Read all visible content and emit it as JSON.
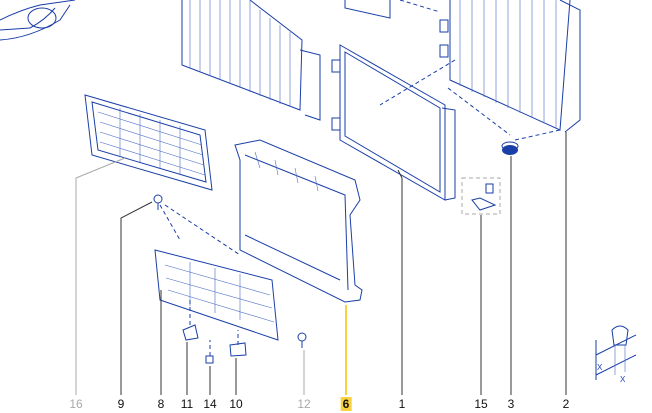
{
  "diagram": {
    "callouts": [
      {
        "id": "16",
        "label": "16",
        "state": "inactive"
      },
      {
        "id": "9",
        "label": "9",
        "state": "normal"
      },
      {
        "id": "8",
        "label": "8",
        "state": "normal"
      },
      {
        "id": "11",
        "label": "11",
        "state": "normal"
      },
      {
        "id": "14",
        "label": "14",
        "state": "normal"
      },
      {
        "id": "10",
        "label": "10",
        "state": "normal"
      },
      {
        "id": "12",
        "label": "12",
        "state": "inactive"
      },
      {
        "id": "6",
        "label": "6",
        "state": "selected"
      },
      {
        "id": "1",
        "label": "1",
        "state": "normal"
      },
      {
        "id": "15",
        "label": "15",
        "state": "normal"
      },
      {
        "id": "3",
        "label": "3",
        "state": "normal"
      },
      {
        "id": "2",
        "label": "2",
        "state": "normal"
      }
    ],
    "detail_symbol": "X",
    "colors": {
      "line": "#1a3fa8",
      "highlight": "#f9d03d",
      "inactive": "#aaaaaa"
    }
  }
}
